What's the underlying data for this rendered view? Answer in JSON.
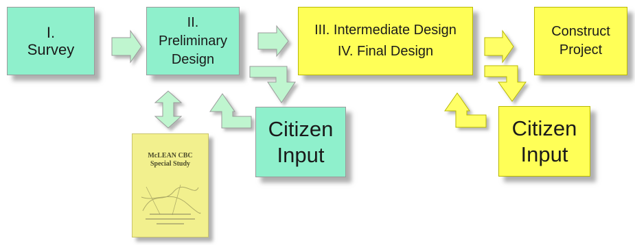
{
  "boxes": {
    "survey": {
      "line1": "I.",
      "line2": "Survey"
    },
    "preliminary": {
      "line1": "II.",
      "line2": "Preliminary",
      "line3": "Design"
    },
    "intermediate_final": {
      "line1": "III. Intermediate Design",
      "line2": "IV. Final Design"
    },
    "construct": {
      "line1": "Construct",
      "line2": "Project"
    },
    "citizen_green": {
      "line1": "Citizen",
      "line2": "Input"
    },
    "citizen_yellow": {
      "line1": "Citizen",
      "line2": "Input"
    }
  },
  "document": {
    "title": "McLEAN CBC",
    "subtitle": "Special Study"
  },
  "colors": {
    "green_fill": "#8ff0cc",
    "yellow_fill": "#ffff57",
    "green_arrow": "#bff5cf",
    "yellow_arrow": "#ffff66"
  }
}
